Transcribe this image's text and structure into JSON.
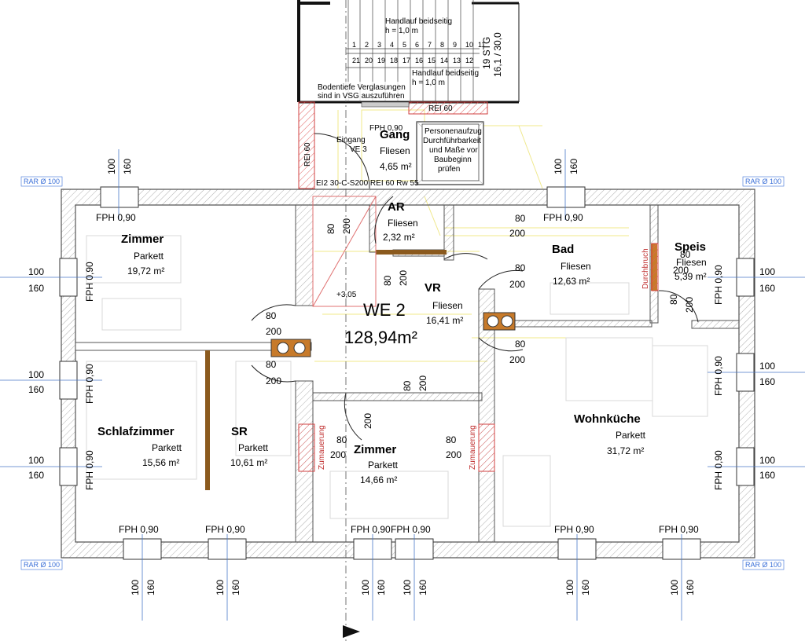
{
  "apartment": {
    "label": "WE 2",
    "area": "128,94m²"
  },
  "rooms": {
    "zimmer_nw": {
      "name": "Zimmer",
      "floor": "Parkett",
      "area": "19,72 m²"
    },
    "schlafzimmer": {
      "name": "Schlafzimmer",
      "floor": "Parkett",
      "area": "15,56 m²"
    },
    "sr": {
      "name": "SR",
      "floor": "Parkett",
      "area": "10,61 m²"
    },
    "zimmer_s": {
      "name": "Zimmer",
      "floor": "Parkett",
      "area": "14,66 m²"
    },
    "vr": {
      "name": "VR",
      "floor": "Fliesen",
      "area": "16,41 m²"
    },
    "ar": {
      "name": "AR",
      "floor": "Fliesen",
      "area": "2,32 m²"
    },
    "gang": {
      "name": "Gang",
      "floor": "Fliesen",
      "area": "4,65 m²"
    },
    "bad": {
      "name": "Bad",
      "floor": "Fliesen",
      "area": "12,63 m²"
    },
    "speis": {
      "name": "Speis",
      "floor": "Fliesen",
      "area": "5,39 m²"
    },
    "wohnkueche": {
      "name": "Wohnküche",
      "floor": "Parkett",
      "area": "31,72 m²"
    }
  },
  "window_label": "FPH 0,90",
  "window_dims": {
    "width": "100",
    "height": "160"
  },
  "door_dims": {
    "width": "80",
    "height": "200"
  },
  "rar_label": "RAR Ø 100",
  "stairs": {
    "handrail_top": "Handlauf beidseitig",
    "handrail_h_top": "h = 1,0 m",
    "handrail_bottom": "Handlauf beidseitig",
    "handrail_h_bottom": "h = 1,0 m",
    "steps": "19 STG",
    "step_size": "16,1 / 30,0",
    "step_numbers": [
      "1",
      "2",
      "3",
      "4",
      "5",
      "6",
      "7",
      "8",
      "9",
      "10",
      "11",
      "12",
      "13",
      "14",
      "15",
      "16",
      "17",
      "18",
      "19",
      "20",
      "21"
    ]
  },
  "notes": {
    "glazing_1": "Bodentiefe Verglasungen",
    "glazing_2": "sind in VSG auszuführen",
    "rei60": "REI 60",
    "rei60_vertical": "REI 60",
    "fire_door": "EI2 30-C-S200  REI 60 Rw 55",
    "entrance": "Eingang",
    "entrance_ve": "VE 3",
    "gang_door": "FPH 0,90",
    "elevator_1": "Personenaufzug",
    "elevator_2": "Durchführbarkeit",
    "elevator_3": "und Maße vor",
    "elevator_4": "Baubeginn",
    "elevator_5": "prüfen",
    "level": "+3,05",
    "zumauerung": "Zumauerung",
    "durchbruch": "Durchbruch"
  }
}
